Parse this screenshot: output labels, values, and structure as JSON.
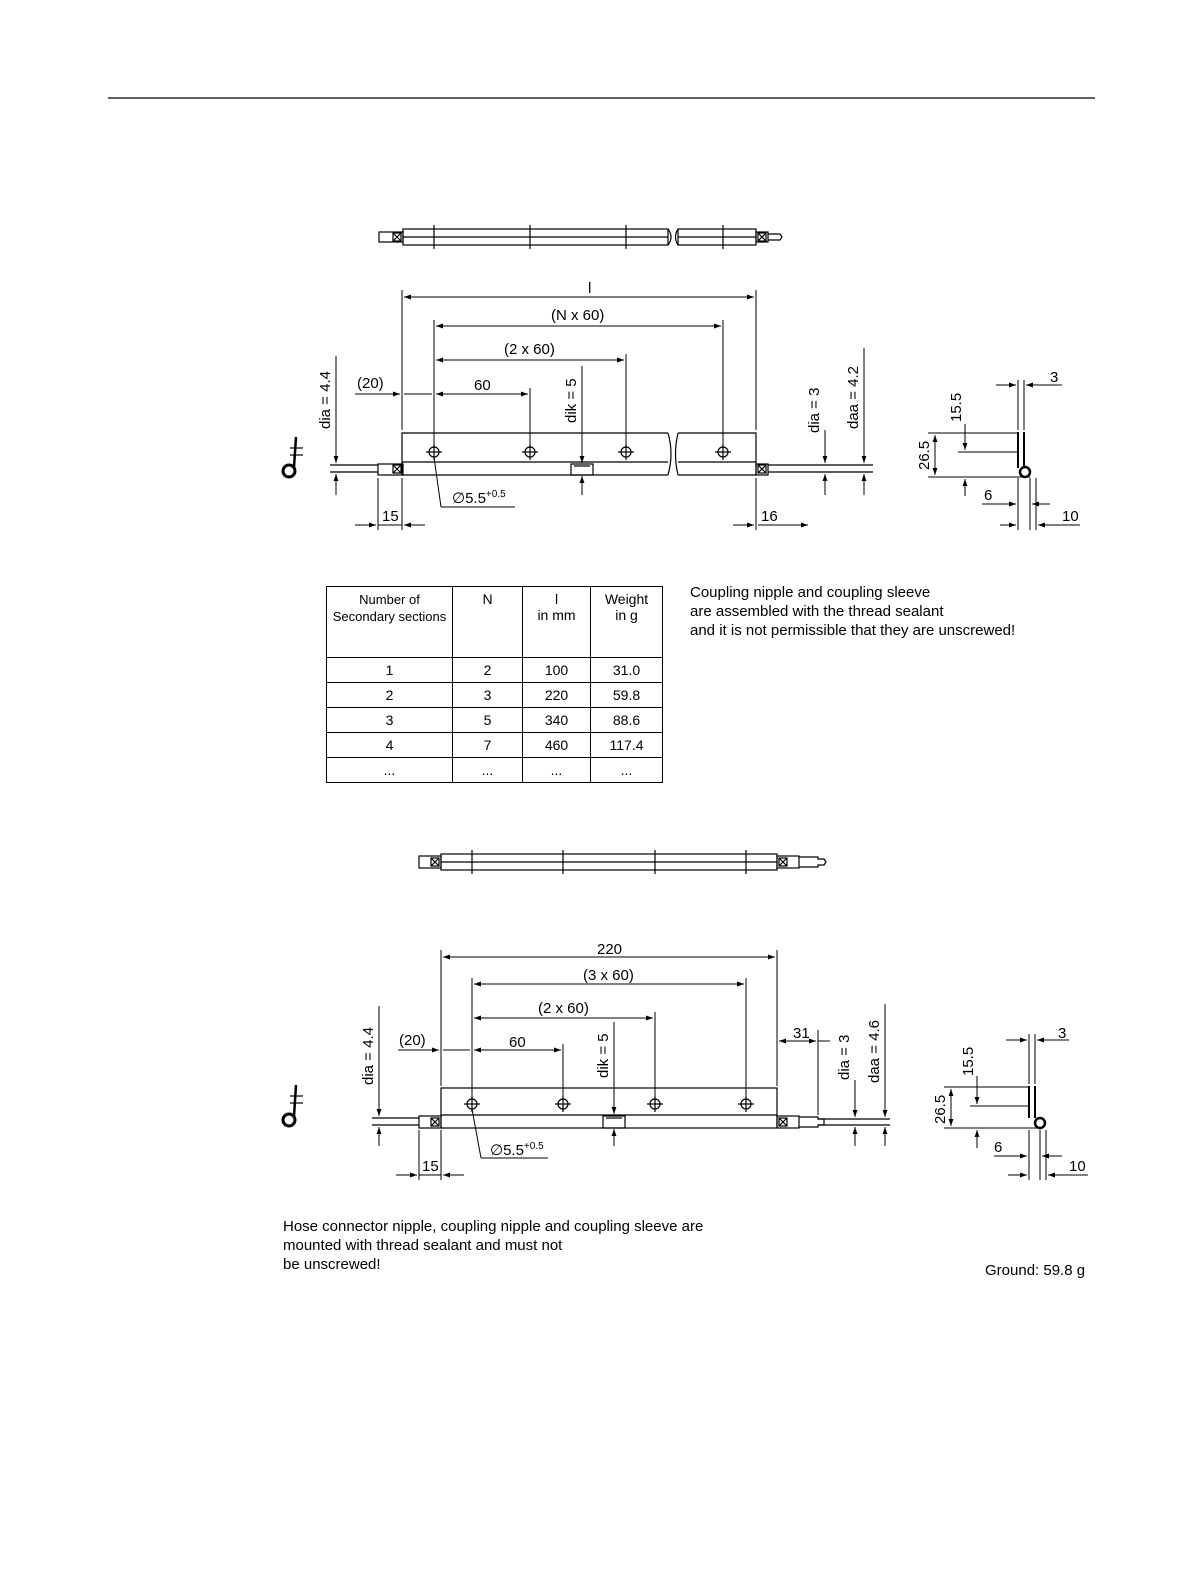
{
  "drawing1": {
    "dim_l": "l",
    "dim_n60": "(N x 60)",
    "dim_2x60": "(2 x 60)",
    "dim_20": "(20)",
    "dim_60": "60",
    "dim_dia_left": "dia = 4.4",
    "dim_dik": "dik = 5",
    "dim_dia_right": "dia = 3",
    "dim_daa": "daa = 4.2",
    "dim_hole": "∅5.5",
    "dim_hole_tol": "+0.5",
    "dim_15": "15",
    "dim_16": "16",
    "side_3": "3",
    "side_15_5": "15.5",
    "side_26_5": "26.5",
    "side_6": "6",
    "side_10": "10"
  },
  "table": {
    "headers": [
      [
        "Number of",
        "Secondary sections"
      ],
      [
        "N",
        ""
      ],
      [
        "l",
        "in mm"
      ],
      [
        "Weight",
        "in g"
      ]
    ],
    "rows": [
      [
        "1",
        "2",
        "100",
        "31.0"
      ],
      [
        "2",
        "3",
        "220",
        "59.8"
      ],
      [
        "3",
        "5",
        "340",
        "88.6"
      ],
      [
        "4",
        "7",
        "460",
        "117.4"
      ],
      [
        "...",
        "...",
        "...",
        "..."
      ]
    ]
  },
  "note1": {
    "lines": [
      "Coupling nipple and coupling sleeve",
      "are assembled with the thread sealant",
      "and it is not permissible that they are unscrewed!"
    ]
  },
  "drawing2": {
    "dim_220": "220",
    "dim_3x60": "(3 x 60)",
    "dim_2x60": "(2 x 60)",
    "dim_20": "(20)",
    "dim_60": "60",
    "dim_31": "31",
    "dim_dia_left": "dia = 4.4",
    "dim_dik": "dik = 5",
    "dim_dia_right": "dia = 3",
    "dim_daa": "daa = 4.6",
    "dim_hole": "∅5.5",
    "dim_hole_tol": "+0.5",
    "dim_15": "15",
    "side_3": "3",
    "side_15_5": "15.5",
    "side_26_5": "26.5",
    "side_6": "6",
    "side_10": "10"
  },
  "note2": {
    "lines": [
      "Hose connector nipple, coupling nipple and coupling sleeve are",
      "mounted with thread sealant and must not",
      "be unscrewed!"
    ]
  },
  "ground": "Ground: 59.8 g"
}
